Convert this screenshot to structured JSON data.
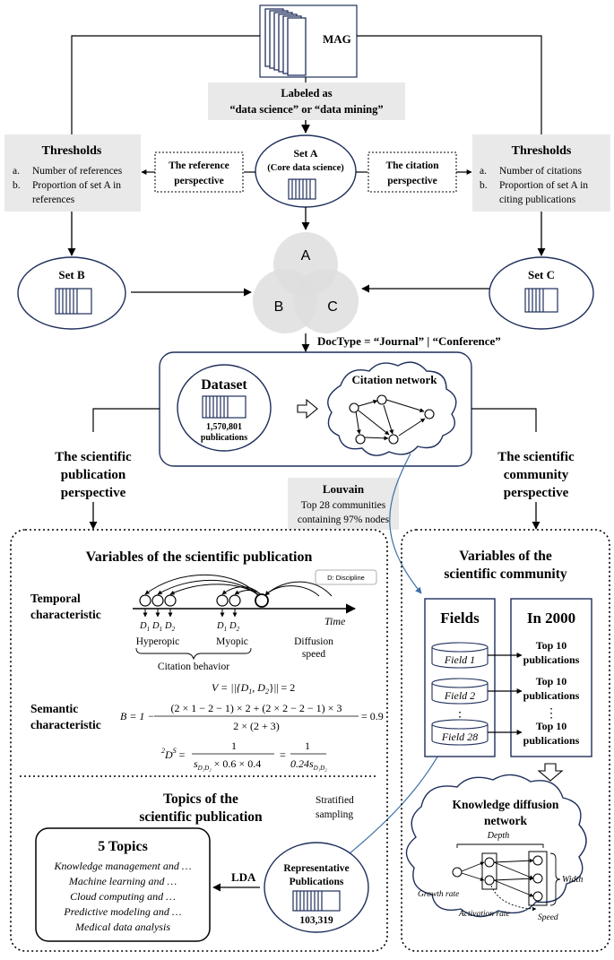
{
  "mag": {
    "label": "MAG"
  },
  "labeled": {
    "line1": "Labeled as",
    "line2": "“data science” or “data mining”"
  },
  "setA": {
    "title": "Set A",
    "subtitle": "(Core data science)"
  },
  "ref_persp": {
    "line1": "The reference",
    "line2": "perspective"
  },
  "cit_persp": {
    "line1": "The citation",
    "line2": "perspective"
  },
  "thresholds_left": {
    "title": "Thresholds",
    "a_marker": "a.",
    "a": "Number of references",
    "b_marker": "b.",
    "b1": "Proportion of set A in",
    "b2": "references"
  },
  "thresholds_right": {
    "title": "Thresholds",
    "a_marker": "a.",
    "a": "Number of citations",
    "b_marker": "b.",
    "b1": "Proportion of set A in",
    "b2": "citing publications"
  },
  "setB": {
    "title": "Set B"
  },
  "setC": {
    "title": "Set C"
  },
  "venn": {
    "a": "A",
    "b": "B",
    "c": "C"
  },
  "doctype": {
    "text": "DocType = “Journal” | “Conference”"
  },
  "dataset": {
    "title": "Dataset",
    "count": "1,570,801",
    "unit": "publications"
  },
  "citation_network": {
    "title": "Citation network"
  },
  "left_persp": {
    "line1": "The scientific",
    "line2": "publication",
    "line3": "perspective"
  },
  "right_persp": {
    "line1": "The scientific",
    "line2": "community",
    "line3": "perspective"
  },
  "louvain": {
    "title": "Louvain",
    "line1": "Top 28 communities",
    "line2": "containing 97% nodes"
  },
  "var_pub": {
    "title": "Variables of the scientific publication",
    "legend": "D: Discipline"
  },
  "temporal": {
    "line1": "Temporal",
    "line2": "characteristic"
  },
  "timeline": {
    "time": "Time",
    "d_labels": [
      "D",
      "D",
      "D",
      "D",
      "D"
    ],
    "d_subs": [
      "1",
      "1",
      "2",
      "1",
      "2"
    ],
    "hyperopic": "Hyperopic",
    "myopic": "Myopic",
    "diffusion1": "Diffusion",
    "diffusion2": "speed",
    "citation_behavior": "Citation behavior"
  },
  "semantic": {
    "line1": "Semantic",
    "line2": "characteristic"
  },
  "formulas": {
    "v_lhs": "V = ||{D",
    "v_sub1": "1",
    "v_mid": ", D",
    "v_sub2": "2",
    "v_rhs": "}|| = 2",
    "b_lhs": "B = 1 −",
    "b_num": "(2 × 1 − 2 − 1) × 2 + (2 × 2 − 2 − 1) × 3",
    "b_den": "2 × (2 + 3)",
    "b_rhs": "= 0.9",
    "ds_sup": "2",
    "ds_main": "D",
    "ds_sup2": "S",
    "ds_eq": "=",
    "ds_num1": "1",
    "ds_den1": "s",
    "ds_den1_sub": "D₁D₂",
    "ds_den1_rest": " × 0.6 × 0.4",
    "ds_eq2": "=",
    "ds_num2": "1",
    "ds_den2": "0.24s",
    "ds_den2_sub": "D₁D₂"
  },
  "topics_title": {
    "line1": "Topics of the",
    "line2": "scientific publication"
  },
  "stratified": {
    "line1": "Stratified",
    "line2": "sampling"
  },
  "five_topics": {
    "title": "5 Topics",
    "items": [
      "Knowledge management and …",
      "Machine learning and …",
      "Cloud computing and …",
      "Predictive modeling and …",
      "Medical data analysis"
    ]
  },
  "lda": {
    "label": "LDA"
  },
  "representative": {
    "line1": "Representative",
    "line2": "Publications",
    "count": "103,319"
  },
  "var_comm": {
    "line1": "Variables of the",
    "line2": "scientific community"
  },
  "fields": {
    "title": "Fields",
    "items": [
      "Field 1",
      "Field 2",
      "Field 28"
    ],
    "dots": "⋮"
  },
  "in2000": {
    "title": "In 2000",
    "top1": "Top 10",
    "top2": "publications",
    "dots": "⋮"
  },
  "kdn": {
    "line1": "Knowledge diffusion",
    "line2": "network",
    "depth": "Depth",
    "width": "Width",
    "growth": "Growth rate",
    "activation": "Activation rate",
    "speed": "Speed"
  }
}
